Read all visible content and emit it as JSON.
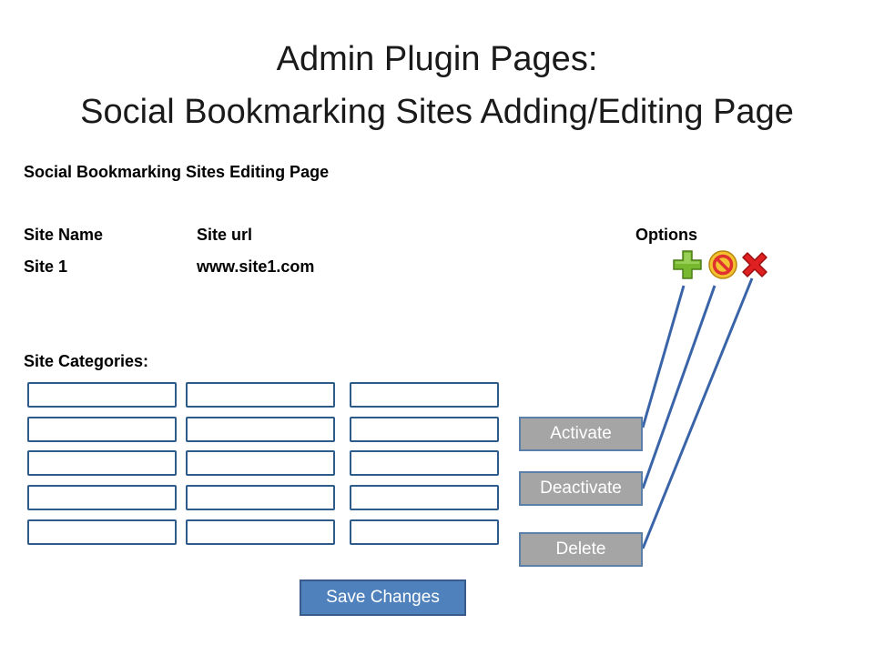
{
  "title": {
    "line1": "Admin Plugin Pages:",
    "line2": "Social Bookmarking Sites Adding/Editing Page"
  },
  "section_title": "Social Bookmarking Sites Editing Page",
  "table": {
    "headers": {
      "site_name": "Site Name",
      "site_url": "Site url",
      "options": "Options"
    },
    "rows": [
      {
        "site_name": "Site 1",
        "site_url": "www.site1.com"
      }
    ],
    "option_icons": [
      {
        "icon": "plus-icon",
        "color": "#77b82e"
      },
      {
        "icon": "prohibited-icon",
        "color": "#e03030"
      },
      {
        "icon": "x-icon",
        "color": "#e02020"
      }
    ]
  },
  "categories": {
    "label": "Site Categories:",
    "rows": 5,
    "columns": 3
  },
  "buttons": {
    "activate": "Activate",
    "deactivate": "Deactivate",
    "delete": "Delete",
    "save": "Save Changes"
  },
  "colors": {
    "field_border": "#2e5c8a",
    "gray_button": "#a5a5a5",
    "save_button": "#4f81bd",
    "connector_line": "#3a64a8"
  }
}
